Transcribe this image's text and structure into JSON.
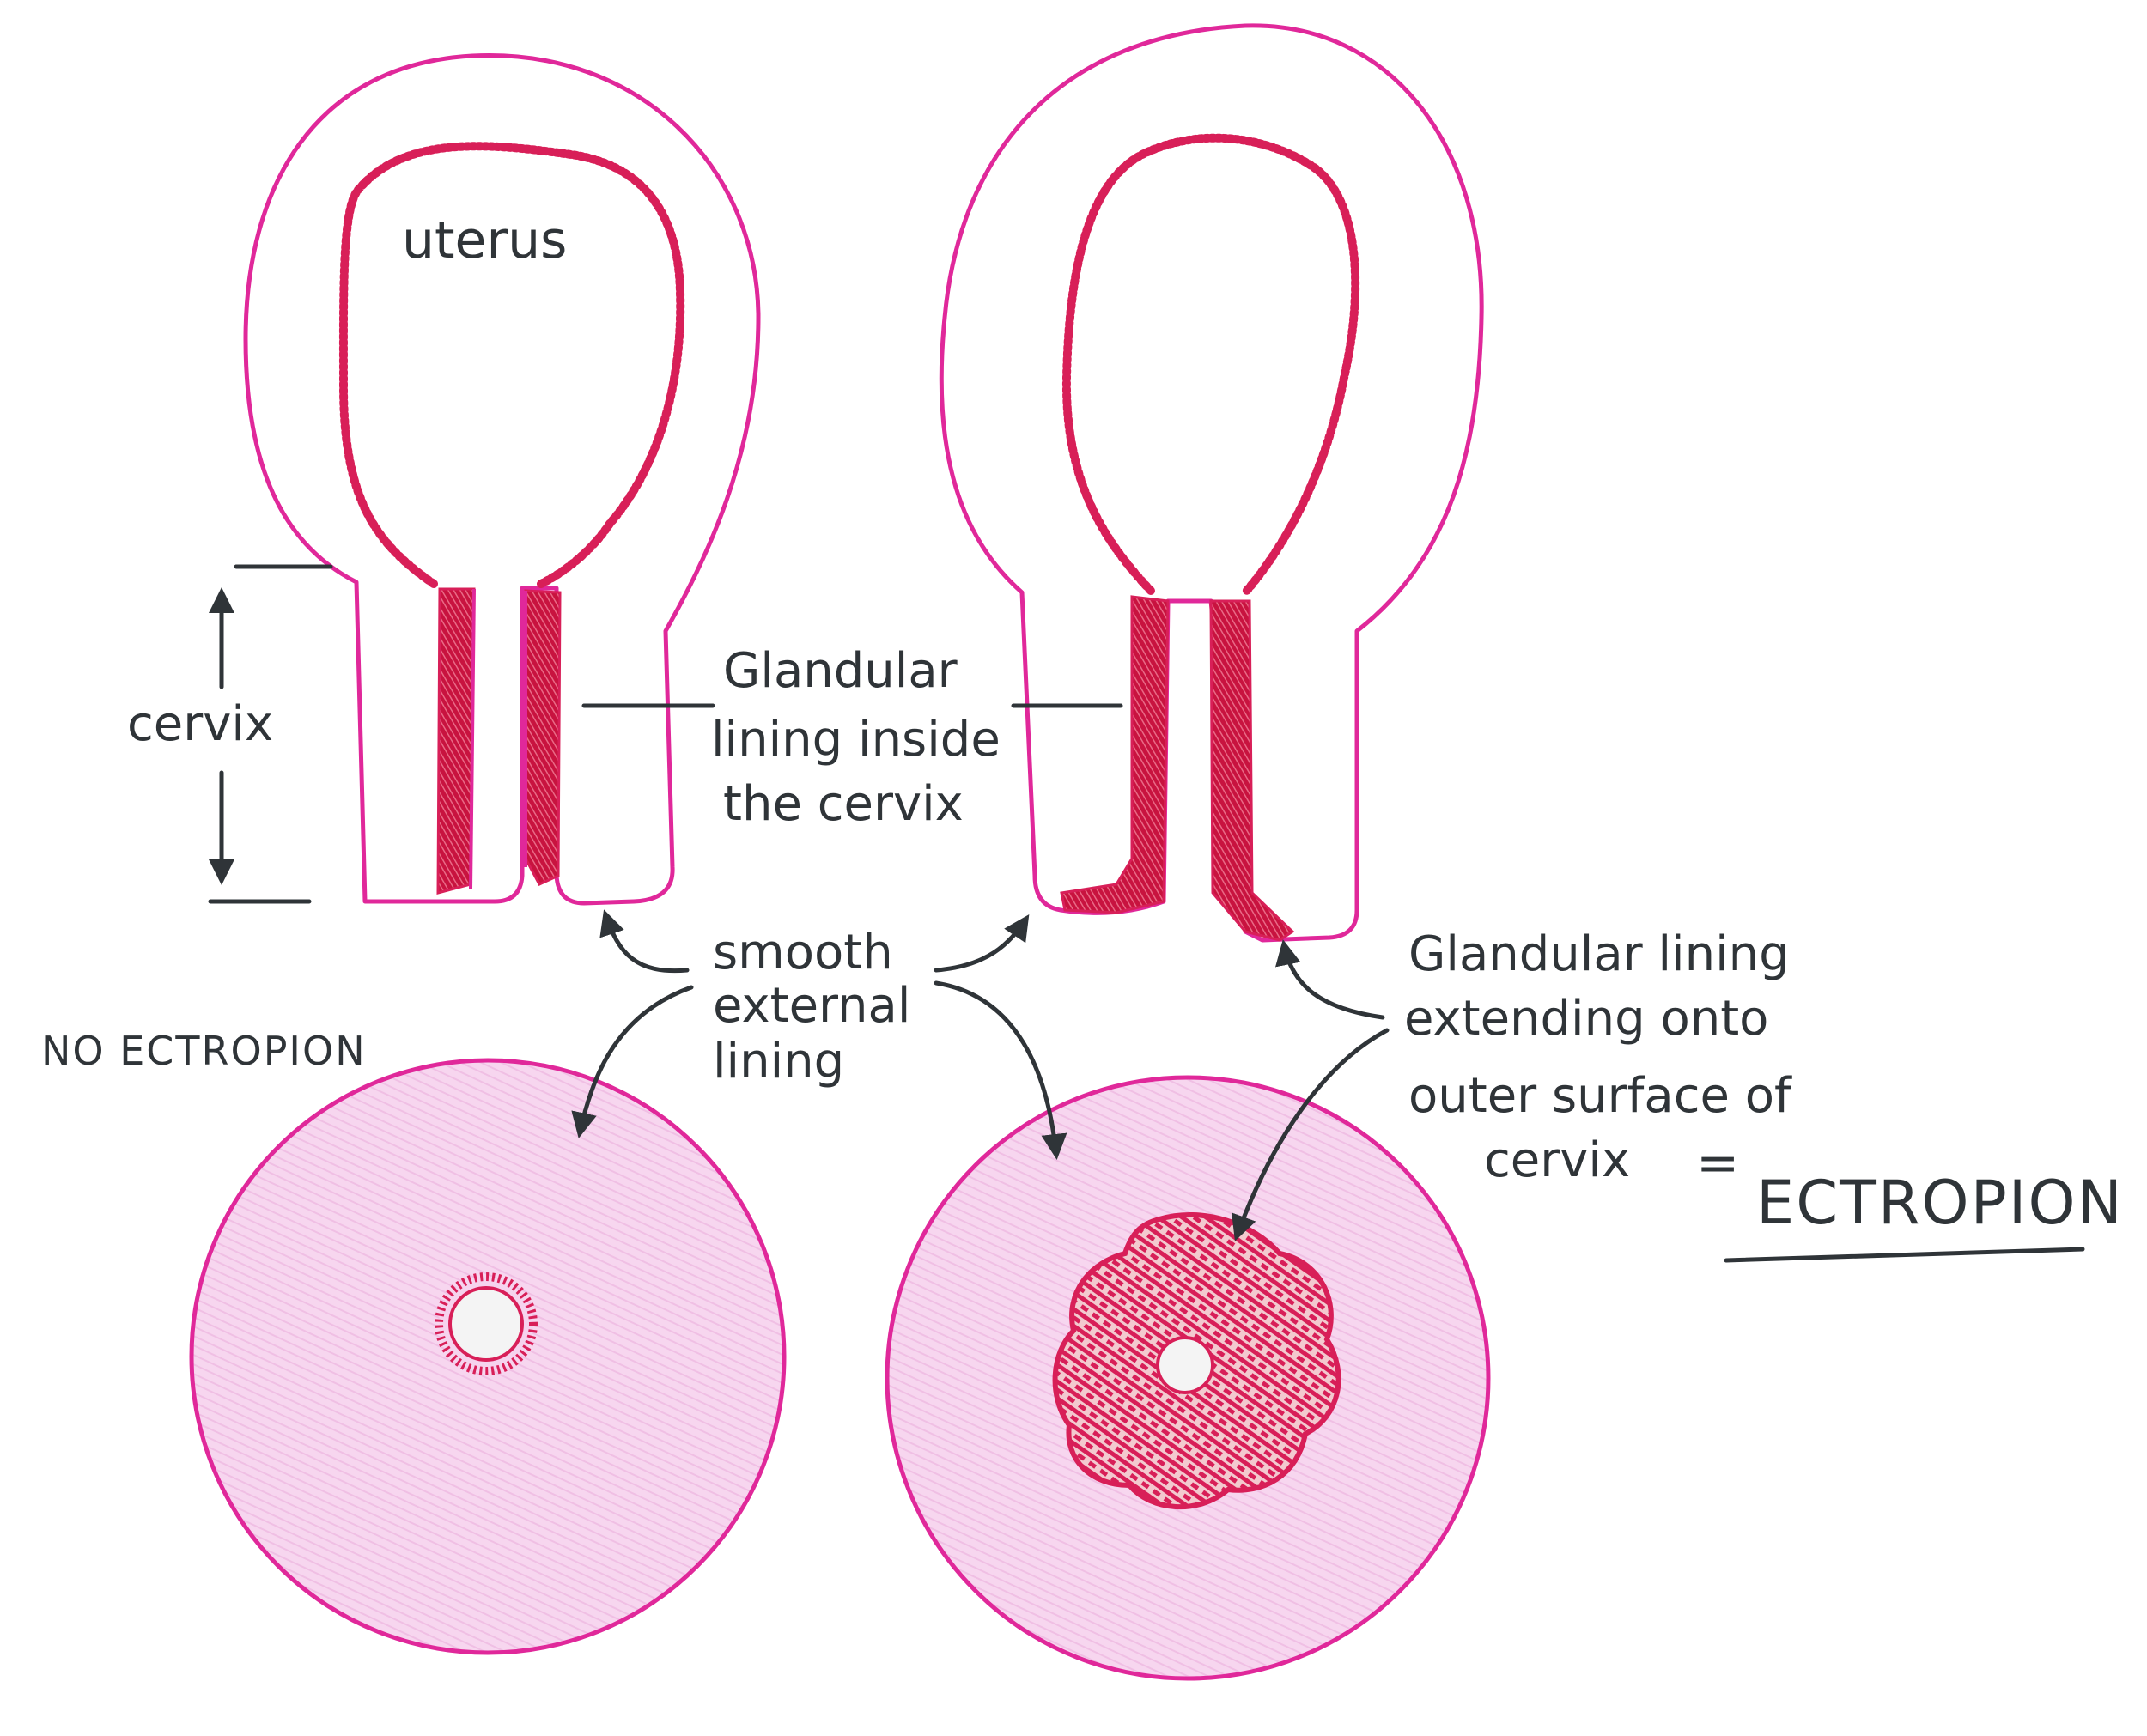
{
  "colors": {
    "outline": "#e0289a",
    "glandular": "#d81f58",
    "glandular_fill": "#f3c9cf",
    "cervix_face": "#f6d3ee",
    "ink": "#2f3438",
    "os": "#f4f4f4"
  },
  "labels": {
    "uterus": "uterus",
    "cervix": "cervix",
    "glandular_inside_1": "Glandular",
    "glandular_inside_2": "lining inside",
    "glandular_inside_3": "the cervix",
    "smooth_1": "smooth",
    "smooth_2": "external",
    "smooth_3": "lining",
    "no_ectropion": "NO ECTROPION",
    "ext_1": "Glandular lining",
    "ext_2": "extending onto",
    "ext_3": "outer surface of",
    "ext_4": "cervix",
    "equals": "=",
    "ectropion": "ECTROPION"
  }
}
